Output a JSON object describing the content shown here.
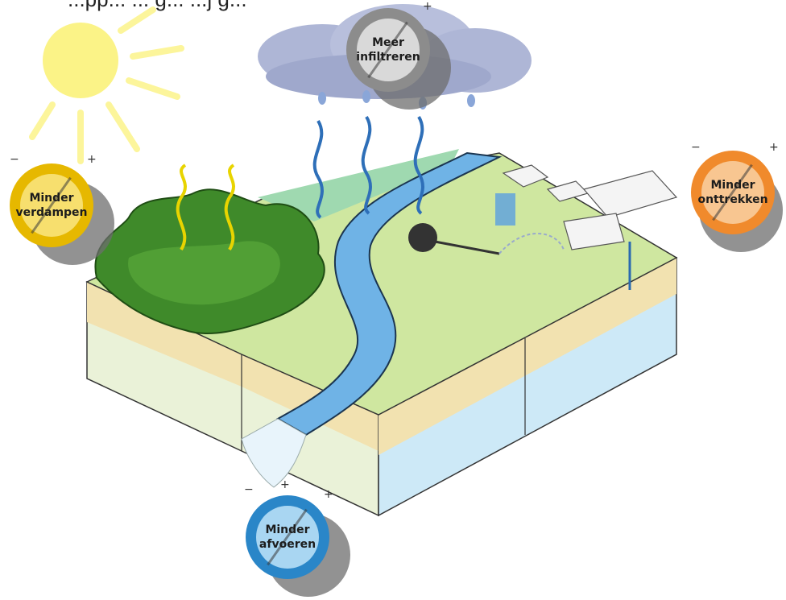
{
  "caption": "...pp... ... g... ...j g...",
  "knobs": [
    {
      "id": "verdampen",
      "line1": "Minder",
      "line2": "verdampen",
      "color_outer": "#e6b800",
      "color_inner": "#f7df6e"
    },
    {
      "id": "infiltreren",
      "line1": "Meer",
      "line2": "infiltreren",
      "color_outer": "#8c8c8c",
      "color_inner": "#d9d9d9"
    },
    {
      "id": "onttrekken",
      "line1": "Minder",
      "line2": "onttrekken",
      "color_outer": "#f08a2c",
      "color_inner": "#f8c691"
    },
    {
      "id": "afvoeren",
      "line1": "Minder",
      "line2": "afvoeren",
      "color_outer": "#2a86c8",
      "color_inner": "#a9d6f2"
    }
  ],
  "signs": {
    "minus": "−",
    "plus": "+"
  },
  "colors": {
    "sun": "#fbf27a",
    "cloud": "#aeb6d6",
    "forest": "#3f8a2a",
    "grass": "#bfe08a",
    "water": "#6fb3e6",
    "soil": "#f2e2b0",
    "groundwater": "#cde9f7"
  }
}
